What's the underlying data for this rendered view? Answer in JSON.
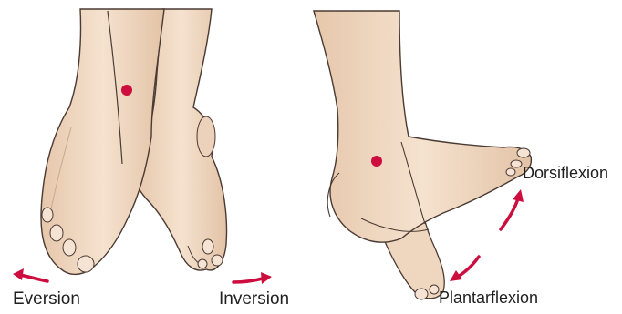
{
  "labels": {
    "eversion": "Eversion",
    "inversion": "Inversion",
    "dorsiflexion": "Dorsiflexion",
    "plantarflexion": "Plantarflexion"
  },
  "colors": {
    "skin": "#f3ddc8",
    "skin_shadow": "#e2c2a5",
    "outline": "#4a3a33",
    "marker": "#cc0d3d",
    "arrow": "#cc0d3d",
    "text": "#1f1f1f"
  }
}
